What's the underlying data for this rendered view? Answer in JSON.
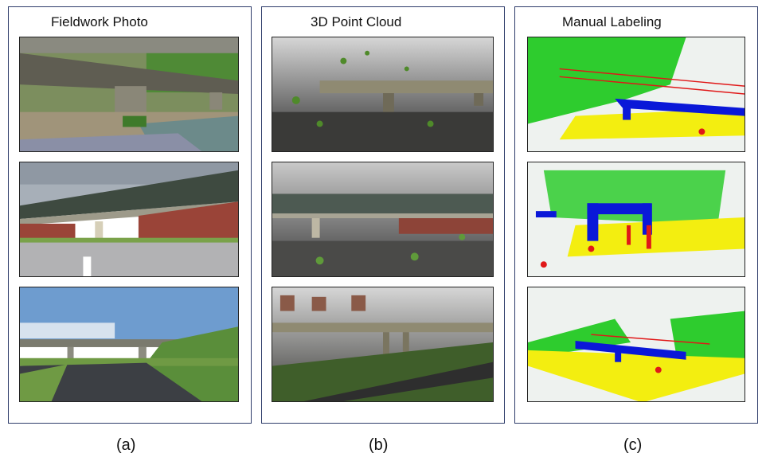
{
  "panels": [
    {
      "title": "Fieldwork Photo",
      "caption": "(a)"
    },
    {
      "title": "3D Point Cloud",
      "caption": "(b)"
    },
    {
      "title": "Manual Labeling",
      "caption": "(c)"
    }
  ],
  "colors": {
    "border": "#2f3d6b",
    "label_vegetation": "#2ecc2e",
    "label_bridge": "#0a18d8",
    "label_ground": "#f3ee10",
    "label_wire": "#e01818",
    "label_background": "#eef2ef"
  }
}
